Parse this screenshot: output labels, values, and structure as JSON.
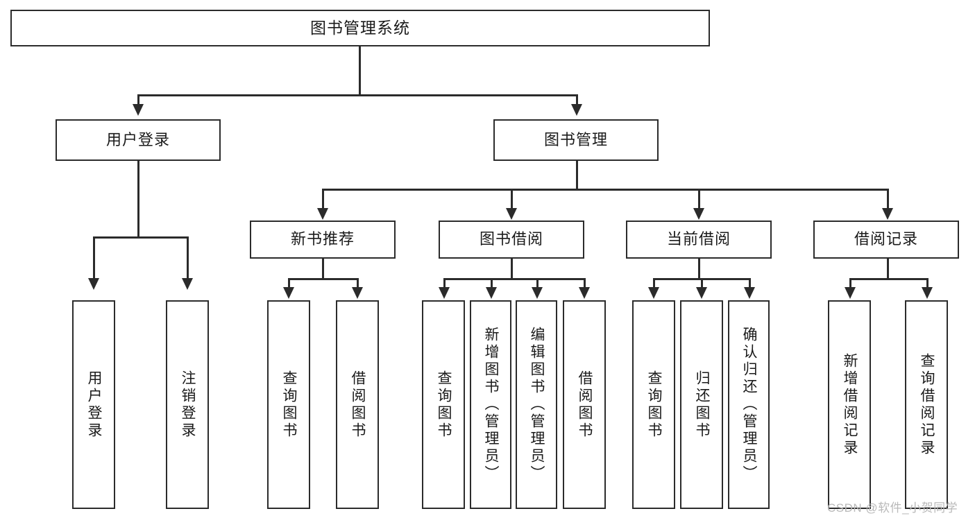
{
  "diagram": {
    "type": "tree-hierarchy",
    "title": "图书管理系统",
    "root": {
      "id": "root",
      "label": "图书管理系统"
    },
    "level1": [
      {
        "id": "user-login",
        "label": "用户登录"
      },
      {
        "id": "book-management",
        "label": "图书管理"
      }
    ],
    "level2": [
      {
        "id": "new-book-recommend",
        "label": "新书推荐",
        "parent": "book-management"
      },
      {
        "id": "book-borrow",
        "label": "图书借阅",
        "parent": "book-management"
      },
      {
        "id": "current-borrow",
        "label": "当前借阅",
        "parent": "book-management"
      },
      {
        "id": "borrow-record",
        "label": "借阅记录",
        "parent": "book-management"
      }
    ],
    "leaves": {
      "user-login": [
        {
          "id": "leaf-user-login",
          "label": "用户登录"
        },
        {
          "id": "leaf-user-logout",
          "label": "注销登录"
        }
      ],
      "new-book-recommend": [
        {
          "id": "leaf-query-book-1",
          "label": "查询图书"
        },
        {
          "id": "leaf-borrow-book-1",
          "label": "借阅图书"
        }
      ],
      "book-borrow": [
        {
          "id": "leaf-query-book-2",
          "label": "查询图书"
        },
        {
          "id": "leaf-add-book",
          "label": "新增图书（管理员）"
        },
        {
          "id": "leaf-edit-book",
          "label": "编辑图书（管理员）"
        },
        {
          "id": "leaf-borrow-book-2",
          "label": "借阅图书"
        }
      ],
      "current-borrow": [
        {
          "id": "leaf-query-book-3",
          "label": "查询图书"
        },
        {
          "id": "leaf-return-book",
          "label": "归还图书"
        },
        {
          "id": "leaf-confirm-return",
          "label": "确认归还（管理员）"
        }
      ],
      "borrow-record": [
        {
          "id": "leaf-add-record",
          "label": "新增借阅记录"
        },
        {
          "id": "leaf-query-record",
          "label": "查询借阅记录"
        }
      ]
    }
  },
  "watermark": {
    "text": "CSDN @软件_小贺同学"
  },
  "colors": {
    "stroke": "#2b2b2b",
    "background": "#ffffff",
    "text": "#1a1a1a",
    "watermark": "#b9b9b9"
  }
}
